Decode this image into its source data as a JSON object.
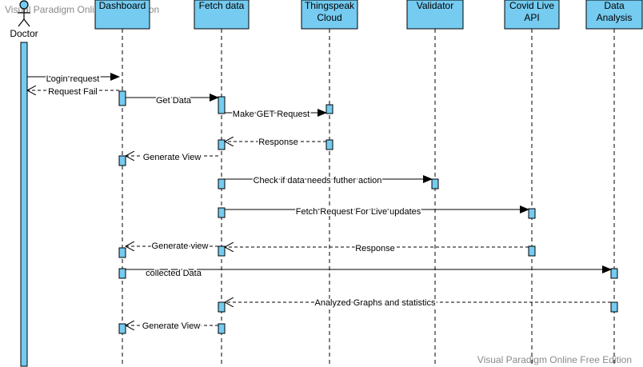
{
  "watermark": {
    "top": "Visual Paradigm Online Free Edition",
    "bottom": "Visual Paradigm Online Free Edition"
  },
  "colors": {
    "lifeline_fill": "#75cbf0",
    "line": "#000000",
    "watermark": "#8a8a8a"
  },
  "actor": {
    "label": "Doctor",
    "icon": "stick-figure-icon"
  },
  "lifelines": [
    {
      "id": "dashboard",
      "label": [
        "Dashboard"
      ]
    },
    {
      "id": "fetch",
      "label": [
        "Fetch data"
      ]
    },
    {
      "id": "thingspeak",
      "label": [
        "Thingspeak",
        "Cloud"
      ]
    },
    {
      "id": "validator",
      "label": [
        "Validator"
      ]
    },
    {
      "id": "covid",
      "label": [
        "Covid Live",
        "API"
      ]
    },
    {
      "id": "analysis",
      "label": [
        "Data",
        "Analysis"
      ]
    }
  ],
  "messages": [
    {
      "from": "actor",
      "to": "dashboard",
      "label": "Login request",
      "type": "sync"
    },
    {
      "from": "dashboard",
      "to": "actor",
      "label": "Request Fail",
      "type": "return"
    },
    {
      "from": "dashboard",
      "to": "fetch",
      "label": "Get Data",
      "type": "sync"
    },
    {
      "from": "fetch",
      "to": "thingspeak",
      "label": "Make GET Request",
      "type": "sync"
    },
    {
      "from": "thingspeak",
      "to": "fetch",
      "label": "Response",
      "type": "return"
    },
    {
      "from": "fetch",
      "to": "dashboard",
      "label": "Generate View",
      "type": "return"
    },
    {
      "from": "fetch",
      "to": "validator",
      "label": "Check if data needs futher action",
      "type": "sync"
    },
    {
      "from": "fetch",
      "to": "covid",
      "label": "Fetch Request For Live updates",
      "type": "sync"
    },
    {
      "from": "covid",
      "to": "fetch",
      "label": "Response",
      "type": "return"
    },
    {
      "from": "fetch",
      "to": "dashboard",
      "label": "Generate view",
      "type": "return"
    },
    {
      "from": "dashboard",
      "to": "analysis",
      "label": "collected Data",
      "type": "sync"
    },
    {
      "from": "analysis",
      "to": "fetch",
      "label": "Analyzed Graphs and statistics",
      "type": "return"
    },
    {
      "from": "fetch",
      "to": "dashboard",
      "label": "Generate View",
      "type": "return"
    }
  ]
}
